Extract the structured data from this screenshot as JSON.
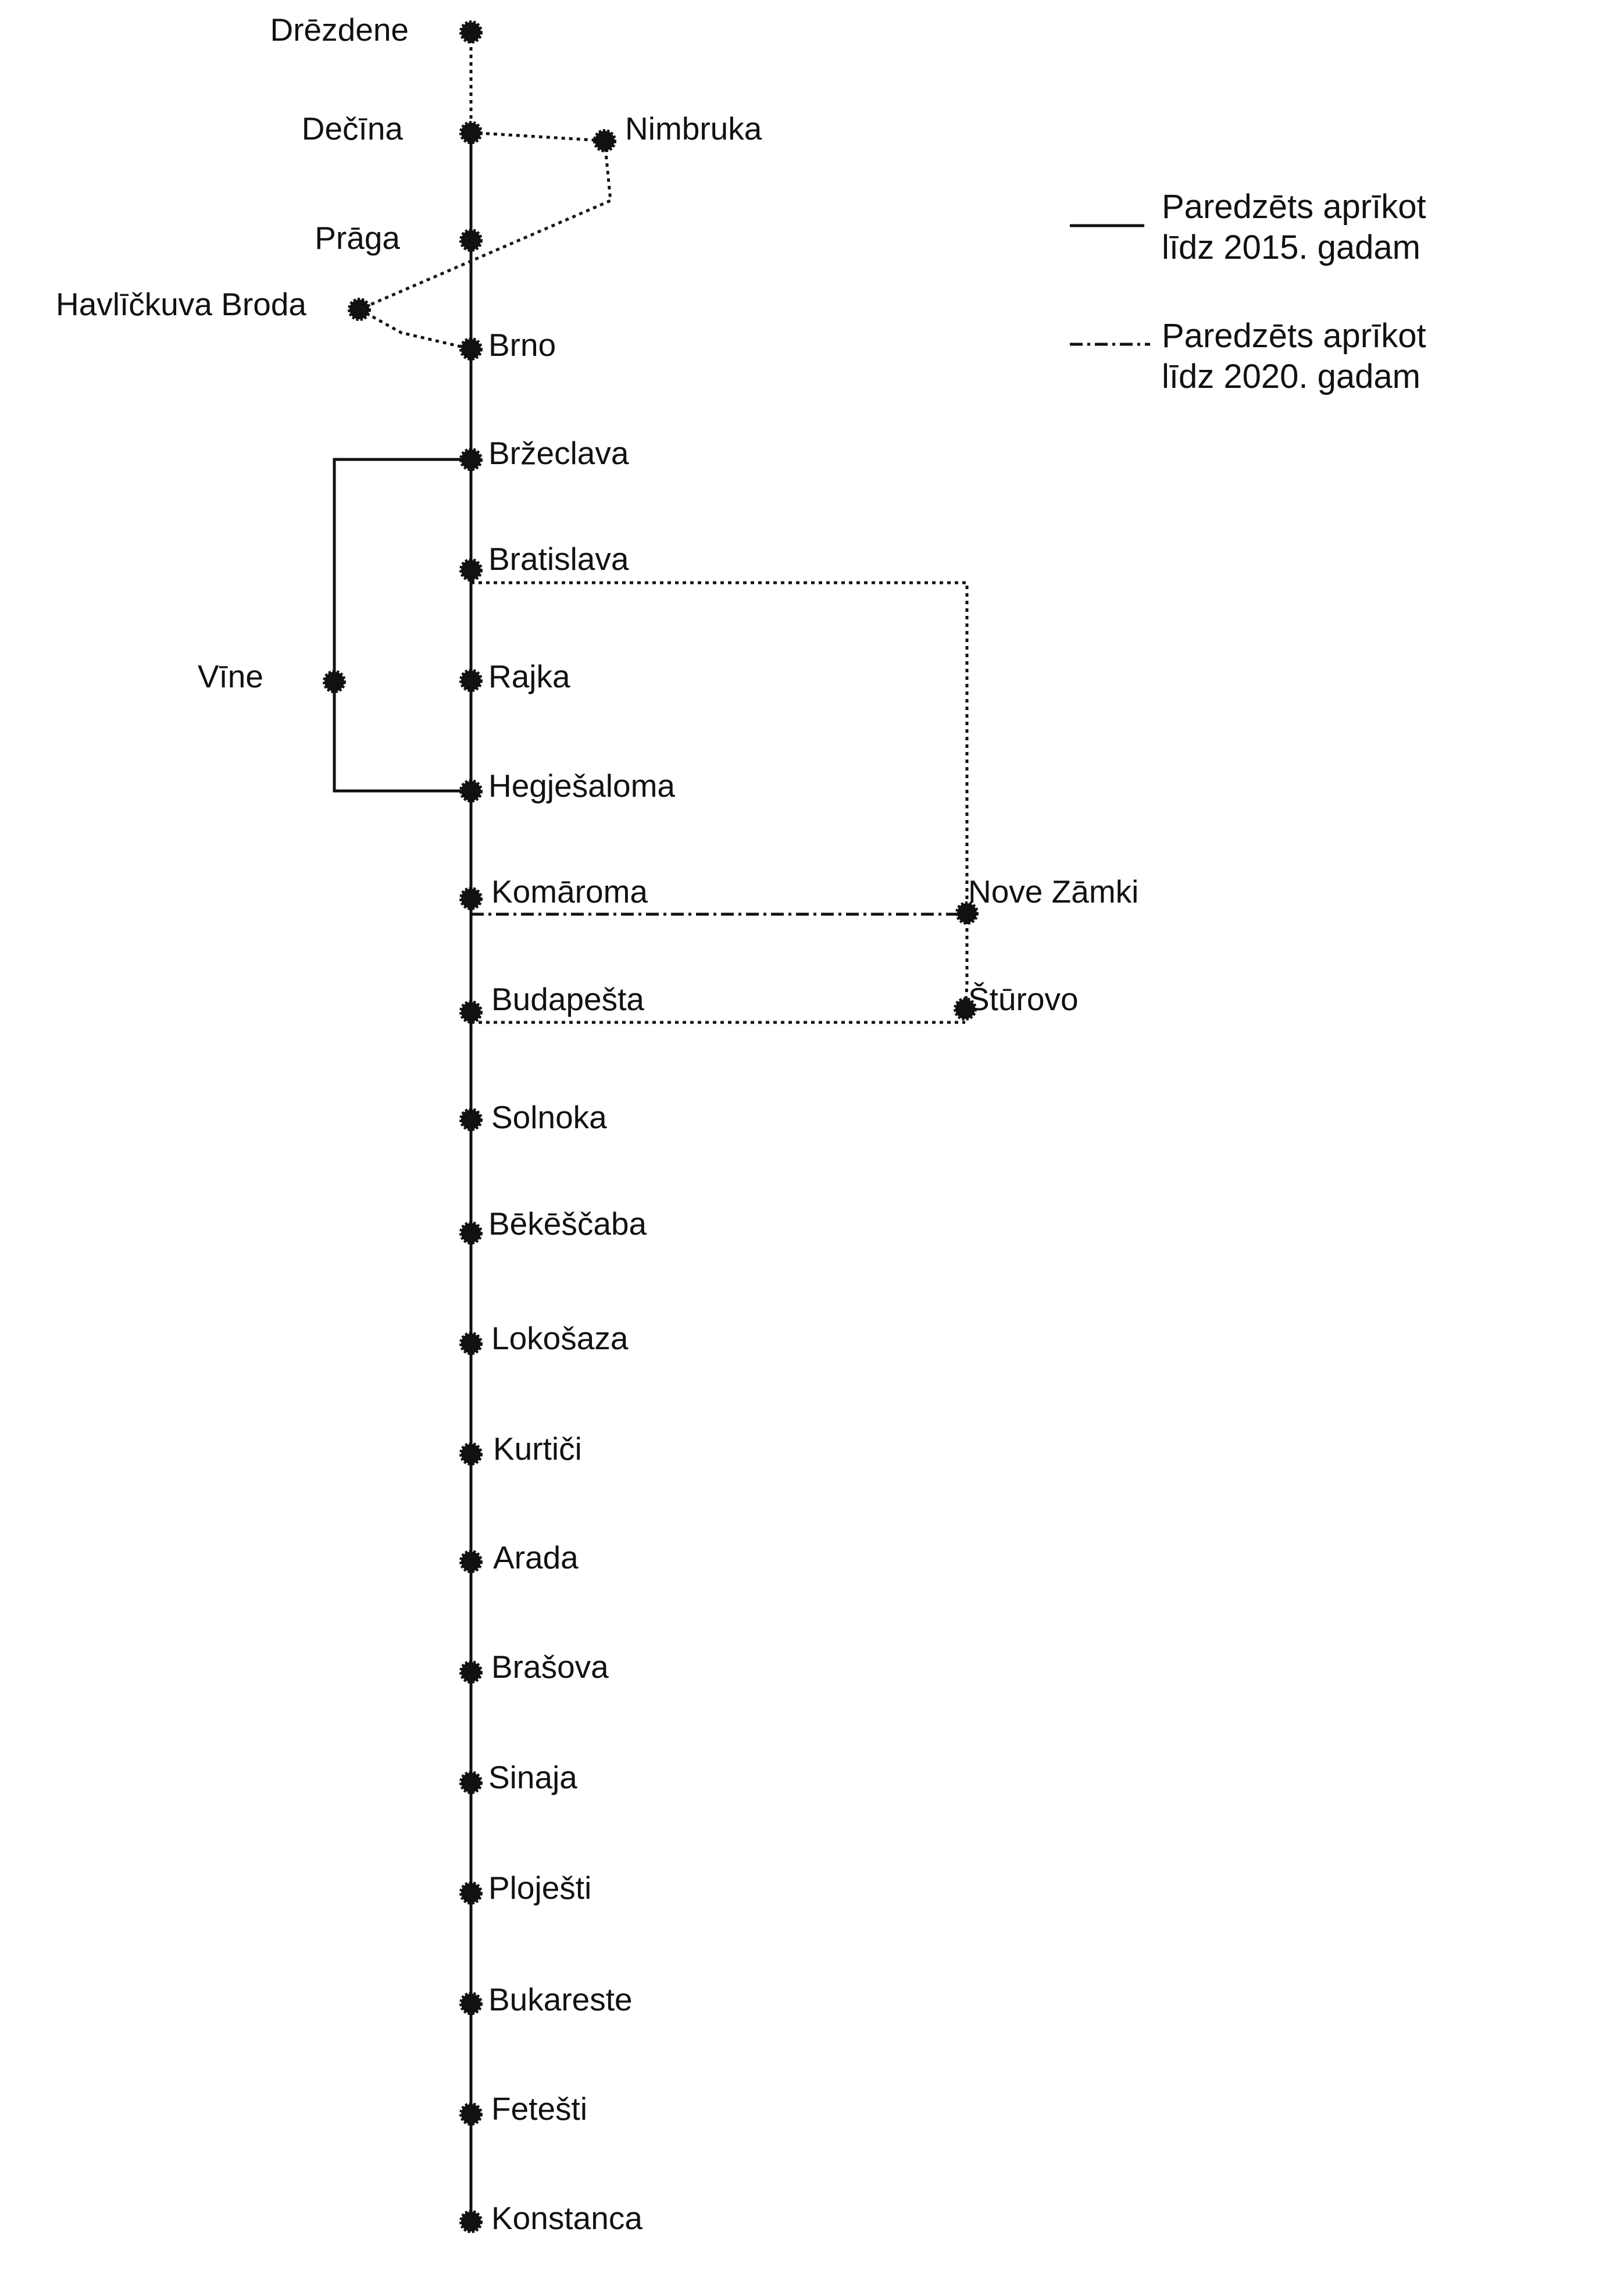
{
  "legend": {
    "solid_text_1": "Paredzēts aprīkot",
    "solid_text_2": "līdz 2015. gadam",
    "dotted_text_1": "Paredzēts aprīkot",
    "dotted_text_2": "līdz 2020. gadam"
  },
  "stations": [
    {
      "id": "dresden",
      "name": "Drēzdene"
    },
    {
      "id": "decin",
      "name": "Dečīna"
    },
    {
      "id": "nymburk",
      "name": "Nimbruka"
    },
    {
      "id": "praha",
      "name": "Prāga"
    },
    {
      "id": "havlickuv",
      "name": "Havlīčkuva Broda"
    },
    {
      "id": "brno",
      "name": "Brno"
    },
    {
      "id": "breclav",
      "name": "Bržeclava"
    },
    {
      "id": "bratislava",
      "name": "Bratislava"
    },
    {
      "id": "wien",
      "name": "Vīne"
    },
    {
      "id": "rajka",
      "name": "Rajka"
    },
    {
      "id": "hegyeshalom",
      "name": "Hegješaloma"
    },
    {
      "id": "komarom",
      "name": "Komāroma"
    },
    {
      "id": "novezamky",
      "name": "Nove Zāmki"
    },
    {
      "id": "budapest",
      "name": "Budapešta"
    },
    {
      "id": "sturovo",
      "name": "Štūrovo"
    },
    {
      "id": "szolnok",
      "name": "Solnoka"
    },
    {
      "id": "bekescsaba",
      "name": "Bēkēščaba"
    },
    {
      "id": "lokoshaza",
      "name": "Lokošaza"
    },
    {
      "id": "curtici",
      "name": "Kurtiči"
    },
    {
      "id": "arad",
      "name": "Arada"
    },
    {
      "id": "brasov",
      "name": "Brašova"
    },
    {
      "id": "sinaia",
      "name": "Sinaja"
    },
    {
      "id": "ploiesti",
      "name": "Ploješti"
    },
    {
      "id": "bucuresti",
      "name": "Bukareste"
    },
    {
      "id": "fetesti",
      "name": "Fetešti"
    },
    {
      "id": "constanta",
      "name": "Konstanca"
    }
  ],
  "connections": [
    {
      "from": "dresden",
      "to": "decin",
      "style": "dotted"
    },
    {
      "from": "decin",
      "to": "nymburk",
      "style": "dotted"
    },
    {
      "from": "nymburk",
      "to": "havlickuv",
      "style": "dotted"
    },
    {
      "from": "havlickuv",
      "to": "brno",
      "style": "dotted"
    },
    {
      "from": "decin",
      "to": "constanta",
      "style": "solid"
    },
    {
      "from": "breclav",
      "to": "wien",
      "style": "solid"
    },
    {
      "from": "wien",
      "to": "hegyeshalom",
      "style": "solid"
    },
    {
      "from": "bratislava",
      "to": "novezamky",
      "style": "dotted"
    },
    {
      "from": "komarom",
      "to": "novezamky",
      "style": "dashdot"
    },
    {
      "from": "novezamky",
      "to": "sturovo",
      "style": "dotted"
    },
    {
      "from": "budapest",
      "to": "sturovo",
      "style": "dotted"
    }
  ]
}
